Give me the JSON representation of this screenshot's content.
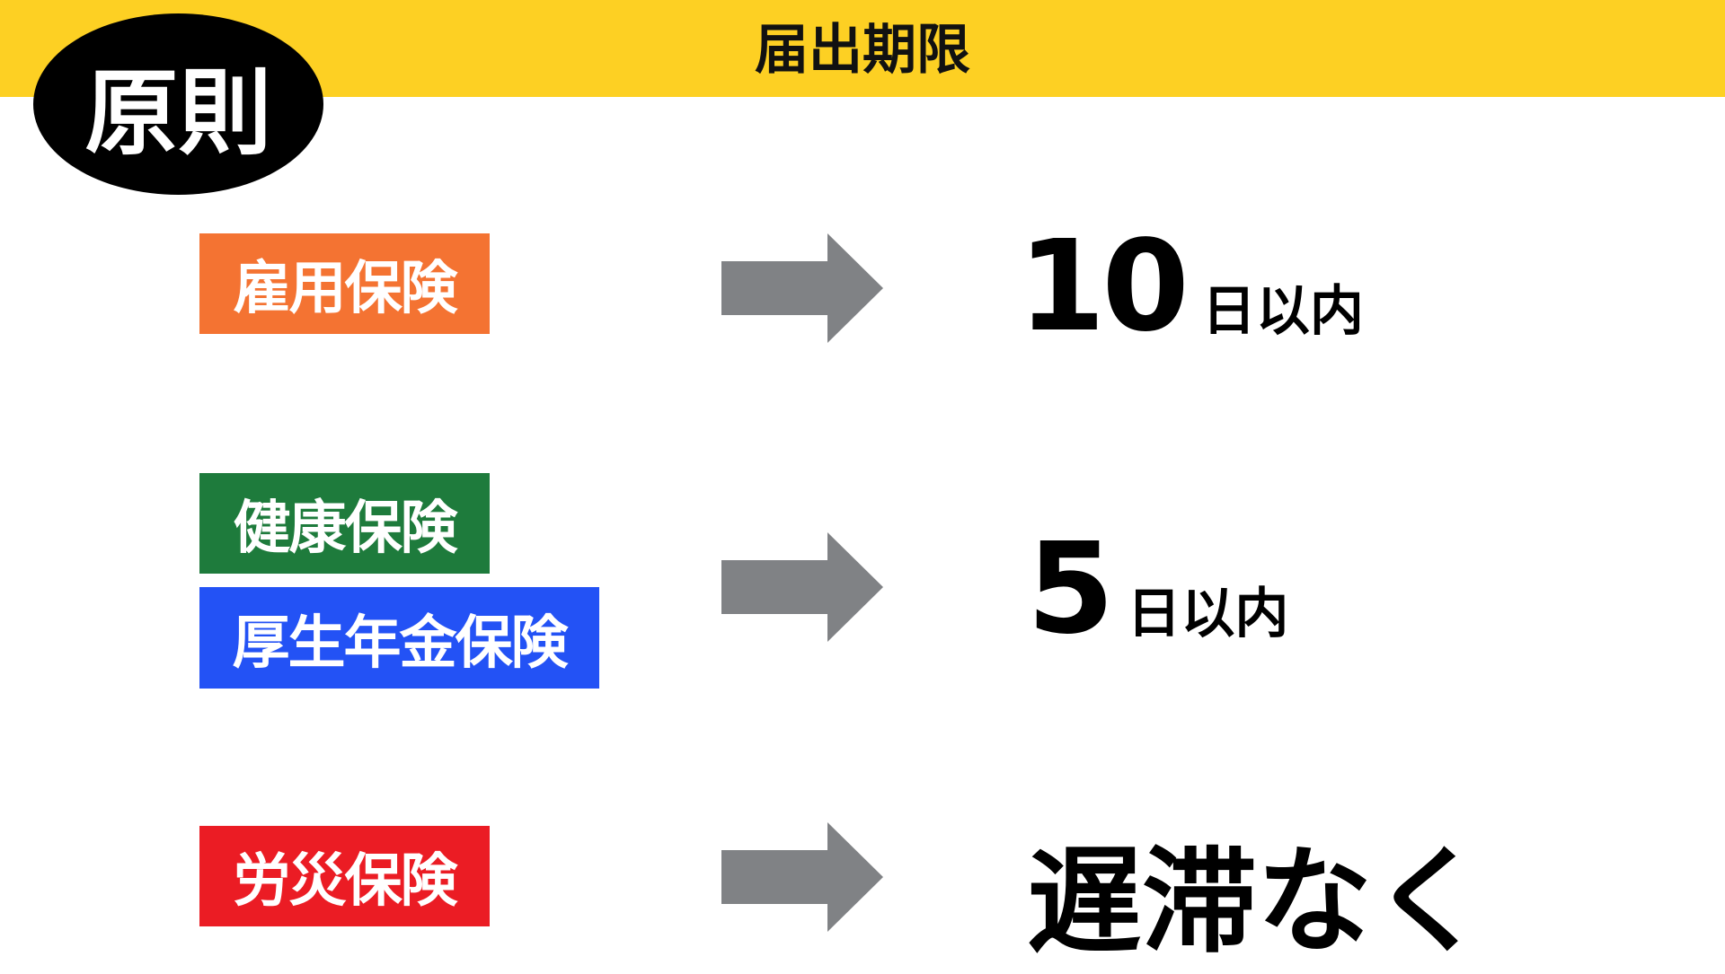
{
  "header": {
    "title": "届出期限",
    "badge": "原則"
  },
  "rows": [
    {
      "labels": [
        "雇用保険"
      ],
      "label_colors": [
        "#F47332"
      ],
      "number": "10",
      "unit": "日以内"
    },
    {
      "labels": [
        "健康保険",
        "厚生年金保険"
      ],
      "label_colors": [
        "#1E7B3C",
        "#2352F5"
      ],
      "number": "5",
      "unit": "日以内"
    },
    {
      "labels": [
        "労災保険"
      ],
      "label_colors": [
        "#EB1C24"
      ],
      "text": "遅滞なく"
    }
  ],
  "colors": {
    "header_bg": "#FDD023",
    "arrow": "#808285"
  }
}
